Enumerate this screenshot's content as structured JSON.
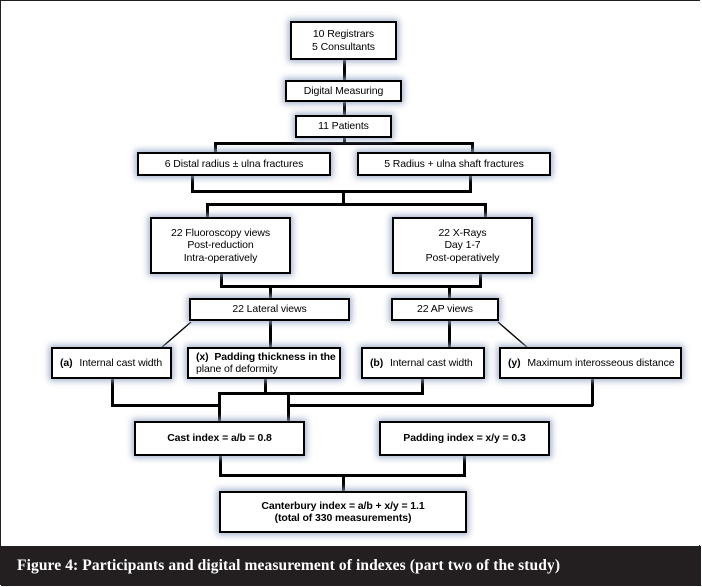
{
  "figure": {
    "caption": "Figure 4: Participants and digital measurement of indexes (part two of the study)",
    "caption_background": "#231f20",
    "caption_color": "#ffffff",
    "node_border_color": "#000000",
    "node_shadow_color": "#96a8c6",
    "frame_color": "#231f20",
    "background": "#ffffff"
  },
  "flowchart": {
    "type": "flowchart",
    "orientation": "top-down",
    "levels": [
      {
        "level": 1,
        "nodes": [
          {
            "id": "participants",
            "line1": "10 Registrars",
            "line2": "5 Consultants"
          }
        ]
      },
      {
        "level": 2,
        "nodes": [
          {
            "id": "digital-measuring",
            "line1": "Digital Measuring"
          }
        ]
      },
      {
        "level": 3,
        "nodes": [
          {
            "id": "patients",
            "line1": "11 Patients"
          }
        ]
      },
      {
        "level": 4,
        "nodes": [
          {
            "id": "distal-radius",
            "line1": "6 Distal radius ± ulna fractures"
          },
          {
            "id": "radius-ulna-shaft",
            "line1": "5 Radius + ulna shaft fractures"
          }
        ]
      },
      {
        "level": 5,
        "nodes": [
          {
            "id": "fluoroscopy",
            "line1": "22 Fluoroscopy views",
            "line2": "Post-reduction",
            "line3": "Intra-operatively"
          },
          {
            "id": "xrays",
            "line1": "22  X-Rays",
            "line2": "Day  1-7",
            "line3": "Post-operatively"
          }
        ]
      },
      {
        "level": 6,
        "nodes": [
          {
            "id": "lateral-views",
            "line1": "22 Lateral views"
          },
          {
            "id": "ap-views",
            "line1": "22 AP views"
          }
        ]
      },
      {
        "level": 7,
        "nodes": [
          {
            "id": "measure-a",
            "label": "(a)",
            "line1": "Internal cast width"
          },
          {
            "id": "measure-x",
            "label": "(x)",
            "line1": "Padding thickness in the",
            "line2": "plane of deformity"
          },
          {
            "id": "measure-b",
            "label": "(b)",
            "line1": "Internal cast width"
          },
          {
            "id": "measure-y",
            "label": "(y)",
            "line1": "Maximum  interosseous distance"
          }
        ]
      },
      {
        "level": 8,
        "nodes": [
          {
            "id": "cast-index",
            "line1": "Cast index = a/b = 0.8"
          },
          {
            "id": "padding-index",
            "line1": "Padding index = x/y = 0.3"
          }
        ]
      },
      {
        "level": 9,
        "nodes": [
          {
            "id": "canterbury-index",
            "line1": "Canterbury index = a/b + x/y = 1.1",
            "line2": "(total of 330 measurements)"
          }
        ]
      }
    ],
    "values": {
      "registrars": 10,
      "consultants": 5,
      "patients": 11,
      "distal_radius_cases": 6,
      "radius_ulna_shaft_cases": 5,
      "fluoroscopy_views": 22,
      "xrays": 22,
      "lateral_views": 22,
      "ap_views": 22,
      "cast_index": 0.8,
      "padding_index": 0.3,
      "canterbury_index": 1.1,
      "total_measurements": 330
    }
  }
}
